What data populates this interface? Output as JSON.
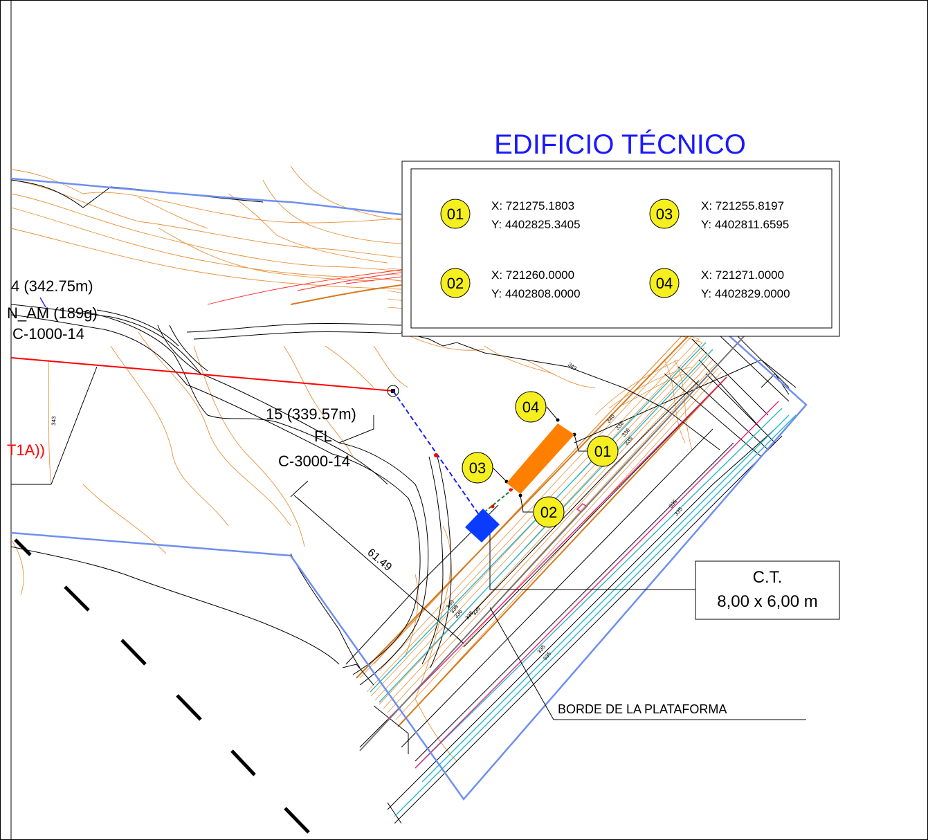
{
  "title": "EDIFICIO TÉCNICO",
  "coordinates": [
    {
      "id": "01",
      "x": "X: 721275.1803",
      "y": "Y: 4402825.3405"
    },
    {
      "id": "02",
      "x": "X: 721260.0000",
      "y": "Y: 4402808.0000"
    },
    {
      "id": "03",
      "x": "X: 721255.8197",
      "y": "Y: 4402811.6595"
    },
    {
      "id": "04",
      "x": "X: 721271.0000",
      "y": "Y: 4402829.0000"
    }
  ],
  "labels": {
    "point14_elev": "4 (342.75m)",
    "point14_name": "N_AM (189g)",
    "point14_code": "C-1000-14",
    "point15_elev": "15 (339.57m)",
    "point15_name": "FL",
    "point15_code": "C-3000-14",
    "red_label": "T1A))",
    "ct_title": "C.T.",
    "ct_size": "8,00 x 6,00 m",
    "dimension": "61.49",
    "platform_edge": "BORDE DE LA PLATAFORMA"
  },
  "contour_labels": {
    "c343_left": "343",
    "c343_top": "343",
    "c340": "340",
    "c338": "338",
    "c336": "336",
    "c335a": "335",
    "c335b": "335",
    "c335c": "335",
    "c335d": "335",
    "c335e": "335",
    "c335f": "335",
    "c335g": "335",
    "c340b": "340",
    "c338b": "338",
    "c336b": "336"
  },
  "markers": {
    "m01": "01",
    "m02": "02",
    "m03": "03",
    "m04": "04"
  },
  "colors": {
    "title": "#1a1aff",
    "marker_fill": "#f5ef1f",
    "building": "#ff8000",
    "ct_box": "#0a3cff",
    "boundary": "#6f8ff0",
    "contour": "#e8903a",
    "red_line": "#ff0000",
    "cyan_line": "#2bb6c9",
    "magenta_line": "#e6227a"
  }
}
